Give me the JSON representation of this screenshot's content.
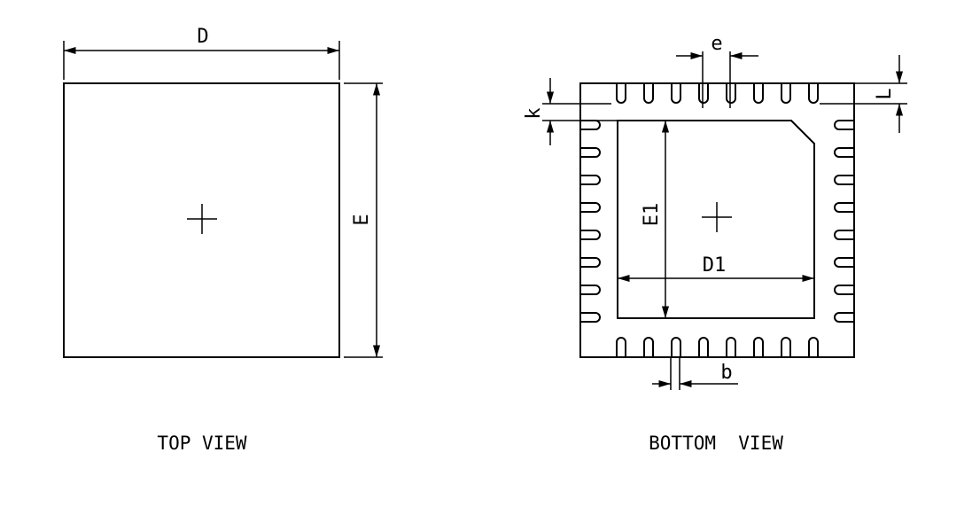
{
  "top_view": {
    "caption": "TOP VIEW",
    "dimensions": {
      "width": "D",
      "height": "E"
    }
  },
  "bottom_view": {
    "caption": "BOTTOM  VIEW",
    "dimensions": {
      "pitch": "e",
      "lead_length": "L",
      "pad_gap": "k",
      "pad_width": "D1",
      "pad_height": "E1",
      "lead_width": "b"
    },
    "leads_per_side": 8
  },
  "colors": {
    "stroke": "#000000",
    "background": "#ffffff"
  }
}
